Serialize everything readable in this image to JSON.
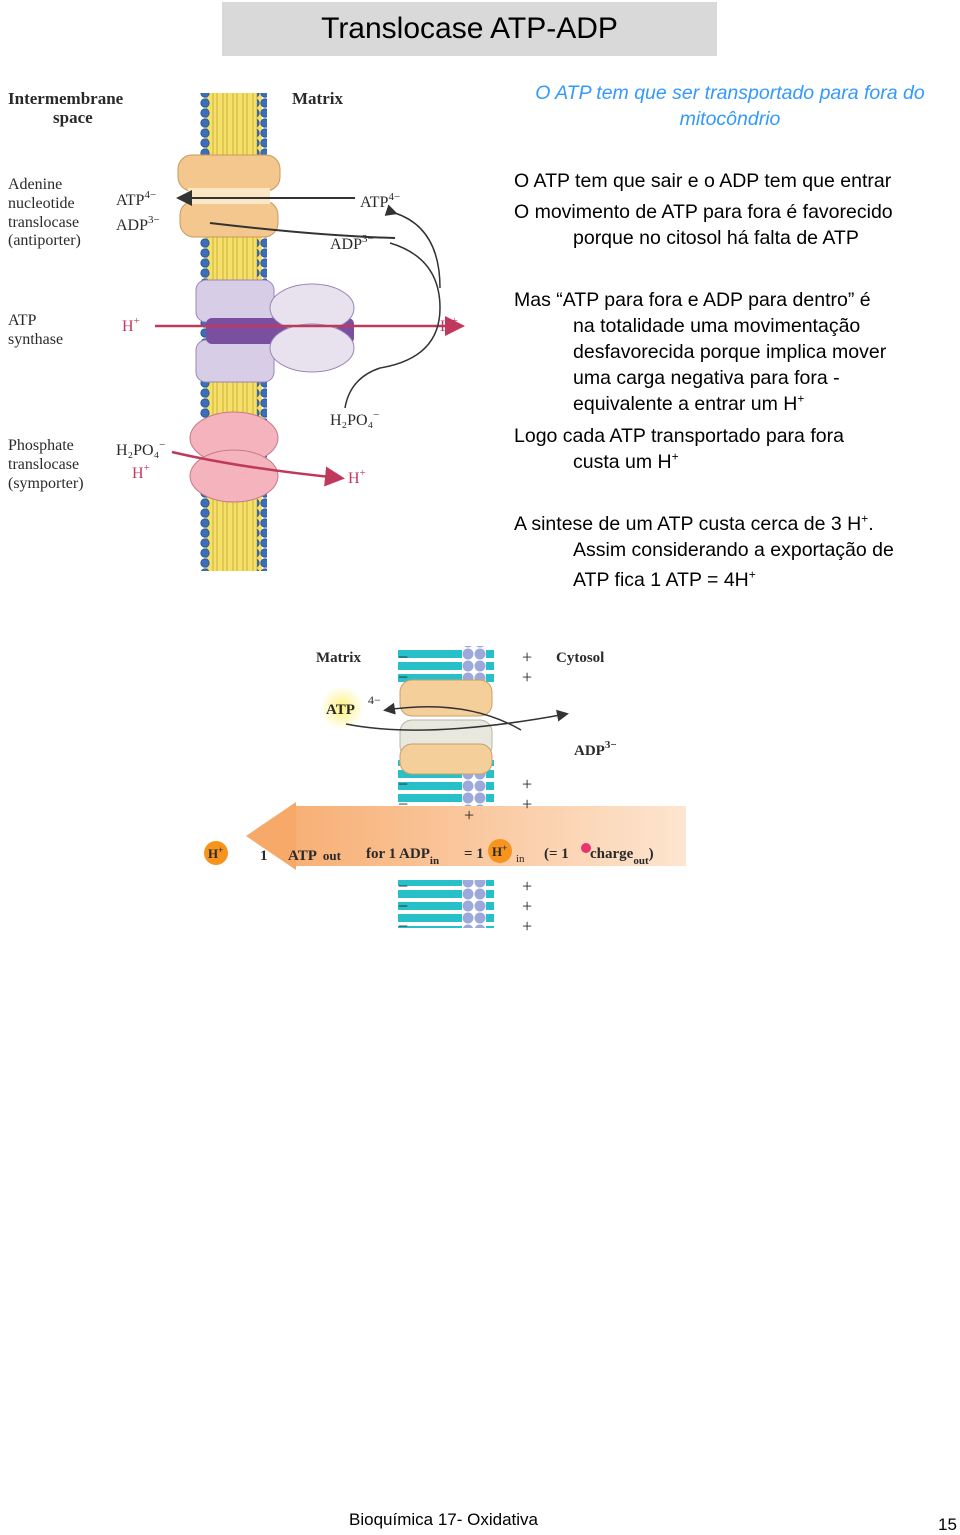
{
  "title": "Translocase ATP-ADP",
  "subtitle": "O ATP tem que ser transportado para fora do mitocôndrio",
  "paragraphs": {
    "p1": "O ATP tem que sair e o ADP tem que entrar",
    "p2_line1": "O movimento de ATP para fora é favorecido",
    "p2_line2": "porque no citosol há falta de ATP",
    "p3_line1": "Mas “ATP para fora e ADP para dentro” é",
    "p3_line2": "na totalidade uma movimentação",
    "p3_line3": "desfavorecida porque implica mover",
    "p3_line4": "uma carga negativa para fora  -",
    "p3_line5": "equivalente a entrar um H",
    "p4_line1": "Logo cada ATP transportado para fora",
    "p4_line2": "custa um H",
    "p5_line1": "A sintese de um ATP custa cerca de 3 H",
    "p5_line1_end": ".",
    "p5_line2": "Assim considerando a exportação de",
    "p5_line3": "ATP fica 1 ATP = 4H",
    "plus": "+"
  },
  "figure1": {
    "intermembrane_1": "Intermembrane",
    "intermembrane_2": "space",
    "matrix": "Matrix",
    "antiporter_1": "Adenine",
    "antiporter_2": "nucleotide",
    "antiporter_3": "translocase",
    "antiporter_4": "(antiporter)",
    "synthase_1": "ATP",
    "synthase_2": "synthase",
    "symporter_1": "Phosphate",
    "symporter_2": "translocase",
    "symporter_3": "(symporter)",
    "atp": "ATP",
    "adp": "ADP",
    "atp_charge": "4−",
    "adp_charge": "3−",
    "h": "H",
    "h_charge": "+",
    "h2po4": "H₂PO₄",
    "po4_charge": "−"
  },
  "figure2": {
    "matrix": "Matrix",
    "cytosol": "Cytosol",
    "atp": "ATP",
    "atp_charge": "4−",
    "adp": "ADP",
    "adp_charge": "3−",
    "h": "H",
    "h_charge": "+",
    "one": "1",
    "out": "out",
    "for_1_adp": "for 1 ADP",
    "in": "in",
    "eq_1": "= 1",
    "paren_eq_1": "(= 1",
    "charge": "charge",
    "close_paren": ")",
    "minus": "−",
    "plus": "+"
  },
  "footer": {
    "text": "Bioquímica 17- Oxidativa",
    "page": "15"
  }
}
